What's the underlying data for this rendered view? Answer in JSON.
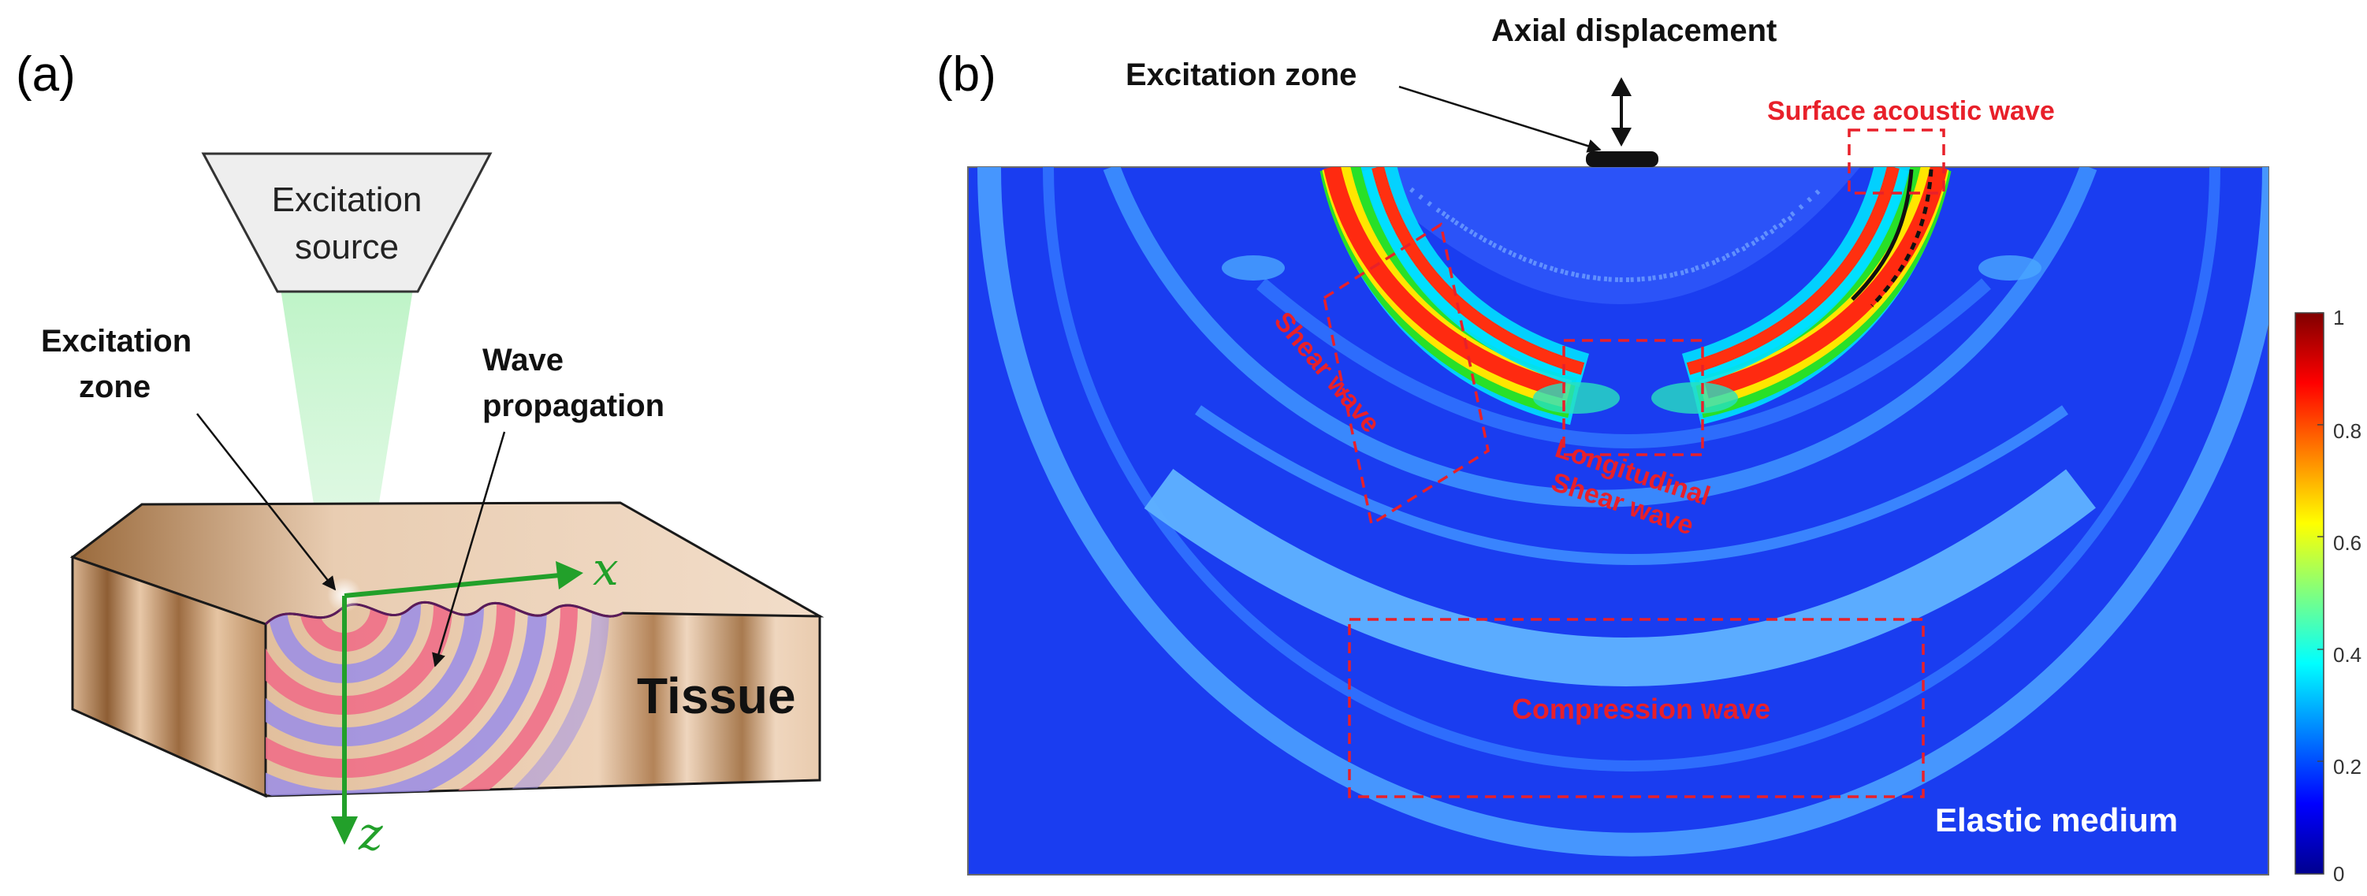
{
  "panel_a": {
    "tag": "(a)",
    "source_line1": "Excitation",
    "source_line2": "source",
    "zone_line1": "Excitation",
    "zone_line2": "zone",
    "wave_line1": "Wave",
    "wave_line2": "propagation",
    "x_axis": "x",
    "z_axis": "z",
    "tissue": "Tissue"
  },
  "panel_b": {
    "tag": "(b)",
    "axial_displacement": "Axial displacement",
    "excitation_zone": "Excitation zone",
    "surface_acoustic_wave": "Surface acoustic wave",
    "shear_wave_line1": "Shear wave",
    "longitudinal_line1": "Longitudinal",
    "longitudinal_line2": "Shear wave",
    "compression_wave": "Compression wave",
    "elastic_medium": "Elastic medium",
    "colorbar_ticks": [
      "1",
      "0.8",
      "0.6",
      "0.4",
      "0.2",
      "0"
    ]
  },
  "colors": {
    "field_background": "#1a3df0",
    "annotation_red": "#e8202a",
    "axis_green": "#22a02a",
    "tissue_tan": "#e9c9aa"
  }
}
